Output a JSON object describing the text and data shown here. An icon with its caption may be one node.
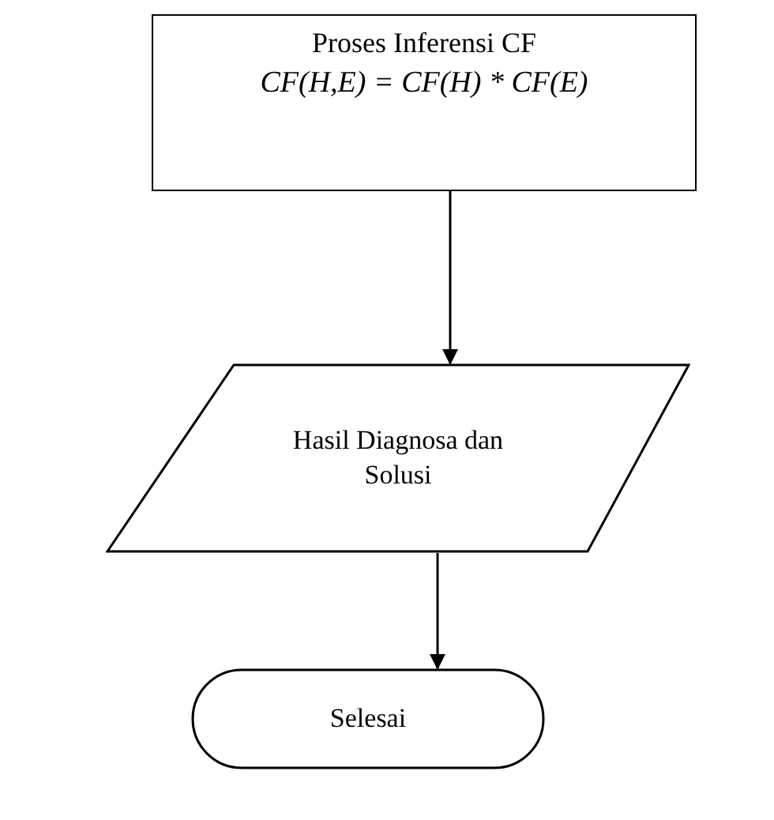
{
  "diagram": {
    "nodes": [
      {
        "text": [
          "Proses Inferensi CF",
          "CF(H,E) = CF(H) * CF(E)"
        ]
      },
      {
        "text": [
          "Hasil Diagnosa dan Solusi"
        ]
      },
      {
        "text": [
          "Selesai"
        ]
      }
    ],
    "edges": [
      {
        "from": 0,
        "to": 1,
        "arrow": "to"
      },
      {
        "from": 1,
        "to": 2,
        "arrow": "to"
      }
    ]
  }
}
